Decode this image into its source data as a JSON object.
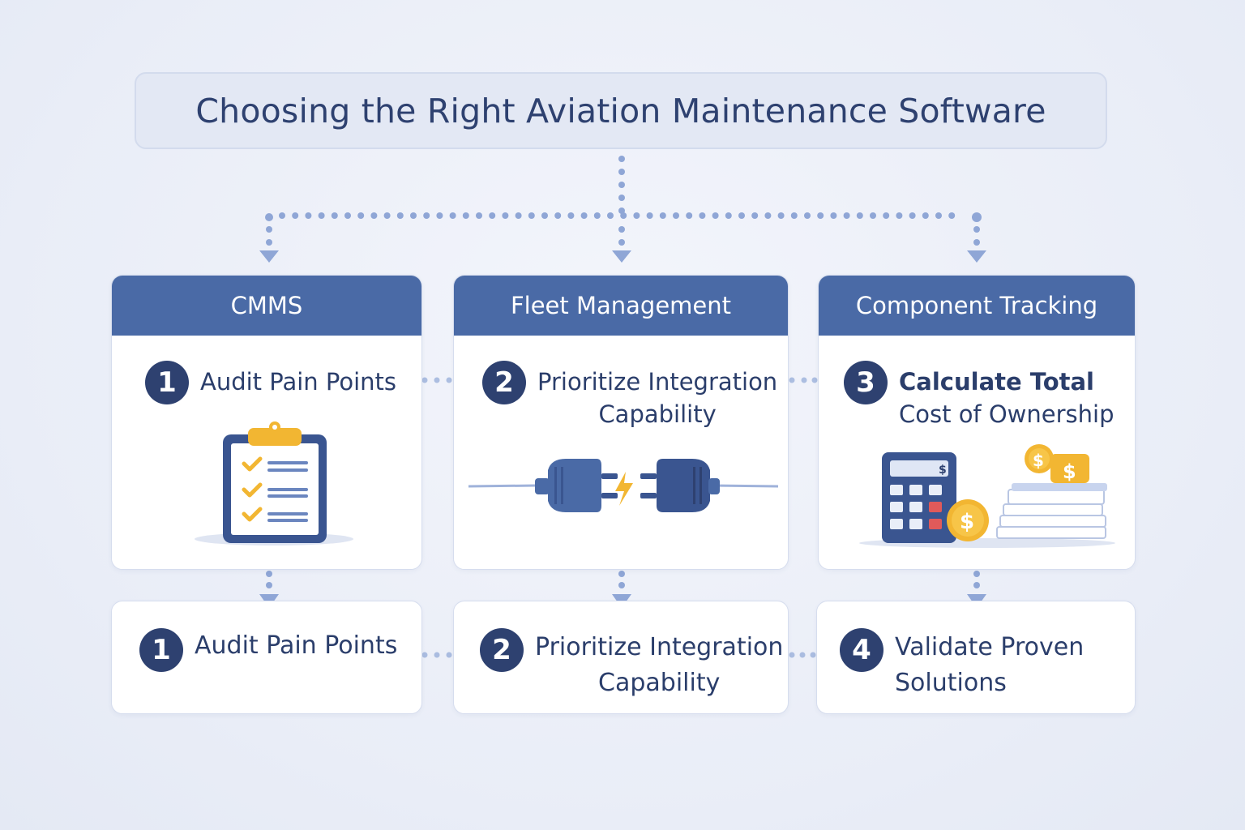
{
  "title": "Choosing the Right Aviation Maintenance Software",
  "categories": [
    {
      "header": "CMMS",
      "step": {
        "number": "1",
        "line1": "Audit Pain Points",
        "line2": ""
      },
      "illustration": "clipboard-checklist-icon"
    },
    {
      "header": "Fleet Management",
      "step": {
        "number": "2",
        "line1": "Prioritize Integration",
        "line2": "Capability"
      },
      "illustration": "plug-connection-icon"
    },
    {
      "header": "Component Tracking",
      "step": {
        "number": "3",
        "line1": "Calculate Total",
        "line2": "Cost of Ownership"
      },
      "illustration": "calculator-money-icon"
    }
  ],
  "bottom_steps": [
    {
      "number": "1",
      "line1": "Audit Pain Points",
      "line2": ""
    },
    {
      "number": "2",
      "line1": "Prioritize Integration",
      "line2": "Capability"
    },
    {
      "number": "4",
      "line1": "Validate Proven",
      "line2": "Solutions"
    }
  ],
  "colors": {
    "header_blue": "#4a6aa6",
    "badge_navy": "#2e4170",
    "connector": "#8fa6d6",
    "accent_gold": "#f2b632"
  }
}
